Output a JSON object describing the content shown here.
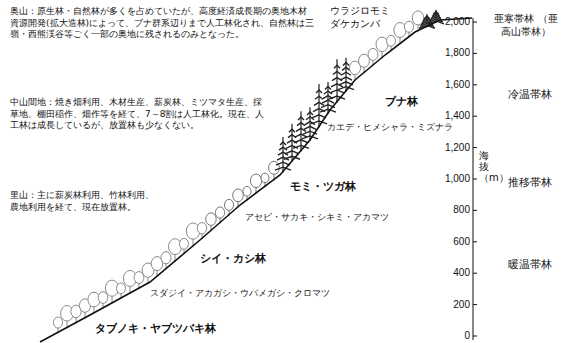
{
  "diagram": {
    "labels": [
      "奥山：原生林・自然林が多くを占めていたが、高度経済成長期の奥地木材資源開発(拡大造林)によって、ブナ群系辺りまで人工林化され、自然林は三嶺・西熊渓谷等ごく一部の奥地に残されるのみとなった。",
      "中山間地：焼き畑利用、木材生産、薪炭林、ミツマタ生産、採草地、棚田稲作、畑作等を経て、7～8割は人工林化。現在、人工林は成長しているが、放置林も少なくない。",
      "里山：主に薪炭林利用、竹林利用、農地利用を経て、現在放置林。",
      "ウラジロモミ ダケカンバ",
      "ブナ林",
      "カエデ・ヒメシャラ・ミズナラ",
      "モミ・ツガ林",
      "アセビ・サカキ・シキミ・アカマツ",
      "シイ・カシ林",
      "スダジイ・アカガシ・ウバメガシ・クロマツ",
      "タブノキ・ヤブツバキ林",
      "2,000",
      "1,800",
      "1,600",
      "1,400",
      "1,200",
      "1,000",
      "800",
      "600",
      "400",
      "200",
      "0",
      "海抜（m）",
      "亜寒帯林 （亜高山帯林）",
      "冷温帯林",
      "推移帯林",
      "暖温帯林"
    ]
  }
}
